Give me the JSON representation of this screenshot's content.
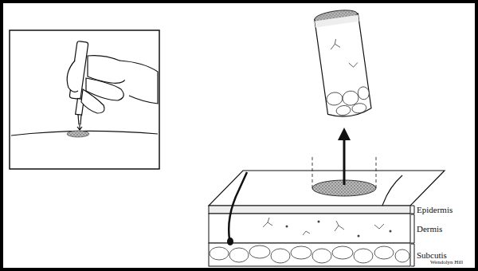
{
  "diagram": {
    "labels": [
      "Epidermis",
      "Dermis",
      "Subcutis",
      "Wendolyn Hill"
    ]
  }
}
